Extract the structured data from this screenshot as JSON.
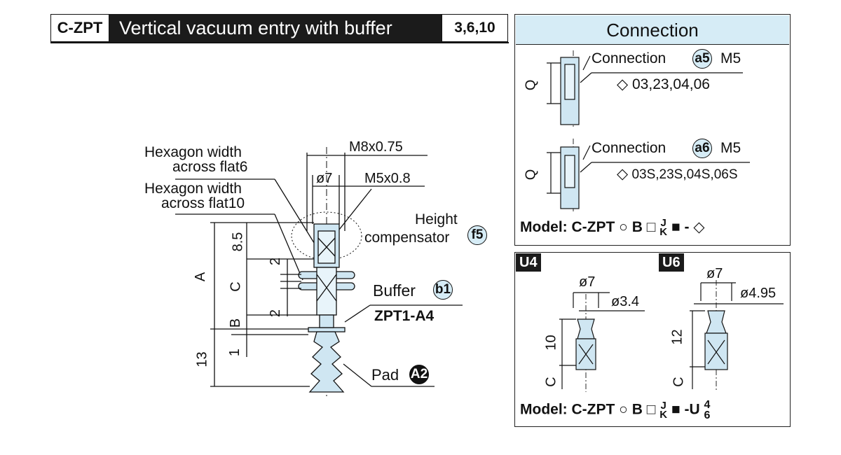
{
  "header": {
    "code": "C-ZPT",
    "title": "Vertical vacuum entry with buffer",
    "sizes": "3,6,10"
  },
  "main_diagram": {
    "hex6_line1": "Hexagon width",
    "hex6_line2": "across flat6",
    "hex10_line1": "Hexagon width",
    "hex10_line2": "across flat10",
    "thread_top": "M8x0.75",
    "diameter": "ø7",
    "thread_port": "M5x0.8",
    "height_comp_line1": "Height",
    "height_comp_line2": "compensator",
    "height_comp_code": "f5",
    "buffer_label": "Buffer",
    "buffer_code": "b1",
    "buffer_part": "ZPT1-A4",
    "pad_label": "Pad",
    "pad_code": "A2",
    "dim_a": "A",
    "dim_b": "B",
    "dim_c": "C",
    "dim_85": "8.5",
    "dim_2a": "2",
    "dim_2b": "2",
    "dim_1": "1",
    "dim_13": "13"
  },
  "connection": {
    "title": "Connection",
    "a5": {
      "label": "Connection",
      "code": "a5",
      "thread": "M5",
      "options": "03,23,04,06",
      "dim_q": "Q"
    },
    "a6": {
      "label": "Connection",
      "code": "a6",
      "thread": "M5",
      "options": "03S,23S,04S,06S",
      "dim_q": "Q"
    },
    "model_label": "Model:",
    "model_code": "C-ZPT",
    "model_b": "B",
    "model_j": "J",
    "model_k": "K",
    "model_dash": "-"
  },
  "u_variants": {
    "u4": {
      "tag": "U4",
      "d_outer": "ø7",
      "d_inner": "ø3.4",
      "len": "10",
      "dim_c": "C"
    },
    "u6": {
      "tag": "U6",
      "d_outer": "ø7",
      "d_inner": "ø4.95",
      "len": "12",
      "dim_c": "C"
    },
    "model_label": "Model:",
    "model_code": "C-ZPT",
    "model_b": "B",
    "model_j": "J",
    "model_k": "K",
    "model_suffix": "-U",
    "model_opt1": "4",
    "model_opt2": "6"
  },
  "colors": {
    "part_fill": "#cfe6f2",
    "accent": "#d6ecf6",
    "ink": "#111111"
  }
}
